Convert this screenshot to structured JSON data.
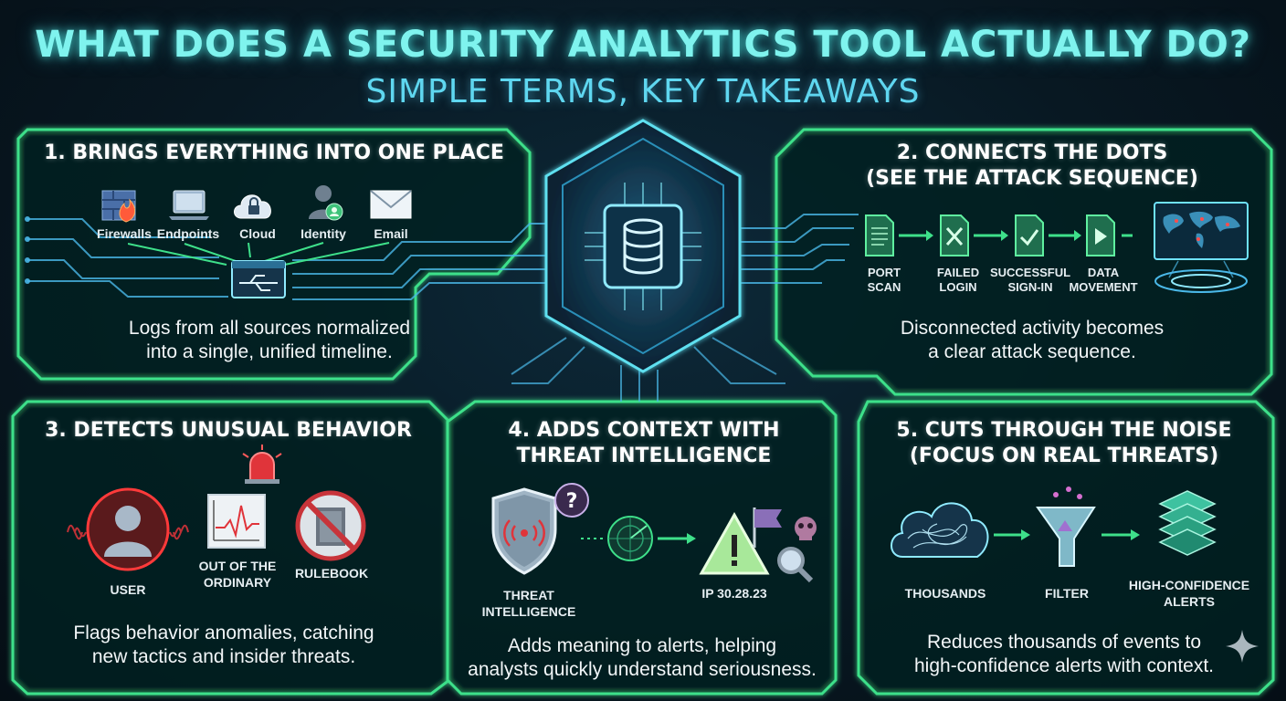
{
  "header": {
    "title": "WHAT DOES A SECURITY ANALYTICS TOOL ACTUALLY DO?",
    "subtitle": "SIMPLE TERMS, KEY TAKEAWAYS"
  },
  "panel1": {
    "title": "1. BRINGS EVERYTHING INTO ONE PLACE",
    "sources": [
      "Firewalls",
      "Endpoints",
      "Cloud",
      "Identity",
      "Email"
    ],
    "description_line1": "Logs from all sources normalized",
    "description_line2": "into a single, unified timeline."
  },
  "panel2": {
    "title_line1": "2. CONNECTS THE DOTS",
    "title_line2": "(SEE THE ATTACK SEQUENCE)",
    "steps": [
      {
        "line1": "PORT",
        "line2": "SCAN"
      },
      {
        "line1": "FAILED",
        "line2": "LOGIN"
      },
      {
        "line1": "SUCCESSFUL",
        "line2": "SIGN-IN"
      },
      {
        "line1": "DATA",
        "line2": "MOVEMENT"
      }
    ],
    "description_line1": "Disconnected activity becomes",
    "description_line2": "a clear attack sequence."
  },
  "panel3": {
    "title": "3. DETECTS UNUSUAL BEHAVIOR",
    "user_label": "USER",
    "ordinary_line1": "OUT OF THE",
    "ordinary_line2": "ORDINARY",
    "rulebook_label": "RULEBOOK",
    "description_line1": "Flags behavior anomalies, catching",
    "description_line2": "new tactics and insider threats."
  },
  "panel4": {
    "title_line1": "4. ADDS CONTEXT WITH",
    "title_line2": "THREAT INTELLIGENCE",
    "ti_line1": "THREAT",
    "ti_line2": "INTELLIGENCE",
    "ip_label": "IP 30.28.23",
    "description_line1": "Adds meaning to alerts, helping",
    "description_line2": "analysts quickly understand seriousness."
  },
  "panel5": {
    "title_line1": "5. CUTS THROUGH THE NOISE",
    "title_line2": "(FOCUS ON REAL THREATS)",
    "thousands_label": "THOUSANDS",
    "filter_label": "FILTER",
    "alerts_line1": "HIGH-CONFIDENCE",
    "alerts_line2": "ALERTS",
    "description_line1": "Reduces thousands of events to",
    "description_line2": "high-confidence alerts with context."
  },
  "colors": {
    "panel_border": "#3ee08a",
    "accent_cyan": "#5fd7f0",
    "alert_red": "#e0343a",
    "hub_blue": "#4ab8e8"
  },
  "icons": [
    "firewall-icon",
    "laptop-icon",
    "cloud-icon",
    "identity-icon",
    "email-icon",
    "aggregator-icon",
    "database-chip-icon",
    "document-icon",
    "world-map-icon",
    "user-icon",
    "siren-icon",
    "chart-icon",
    "rulebook-icon",
    "shield-icon",
    "radar-icon",
    "warning-icon",
    "skull-icon",
    "magnifier-icon",
    "cloud-noise-icon",
    "funnel-icon",
    "layers-icon",
    "sparkle-icon"
  ]
}
